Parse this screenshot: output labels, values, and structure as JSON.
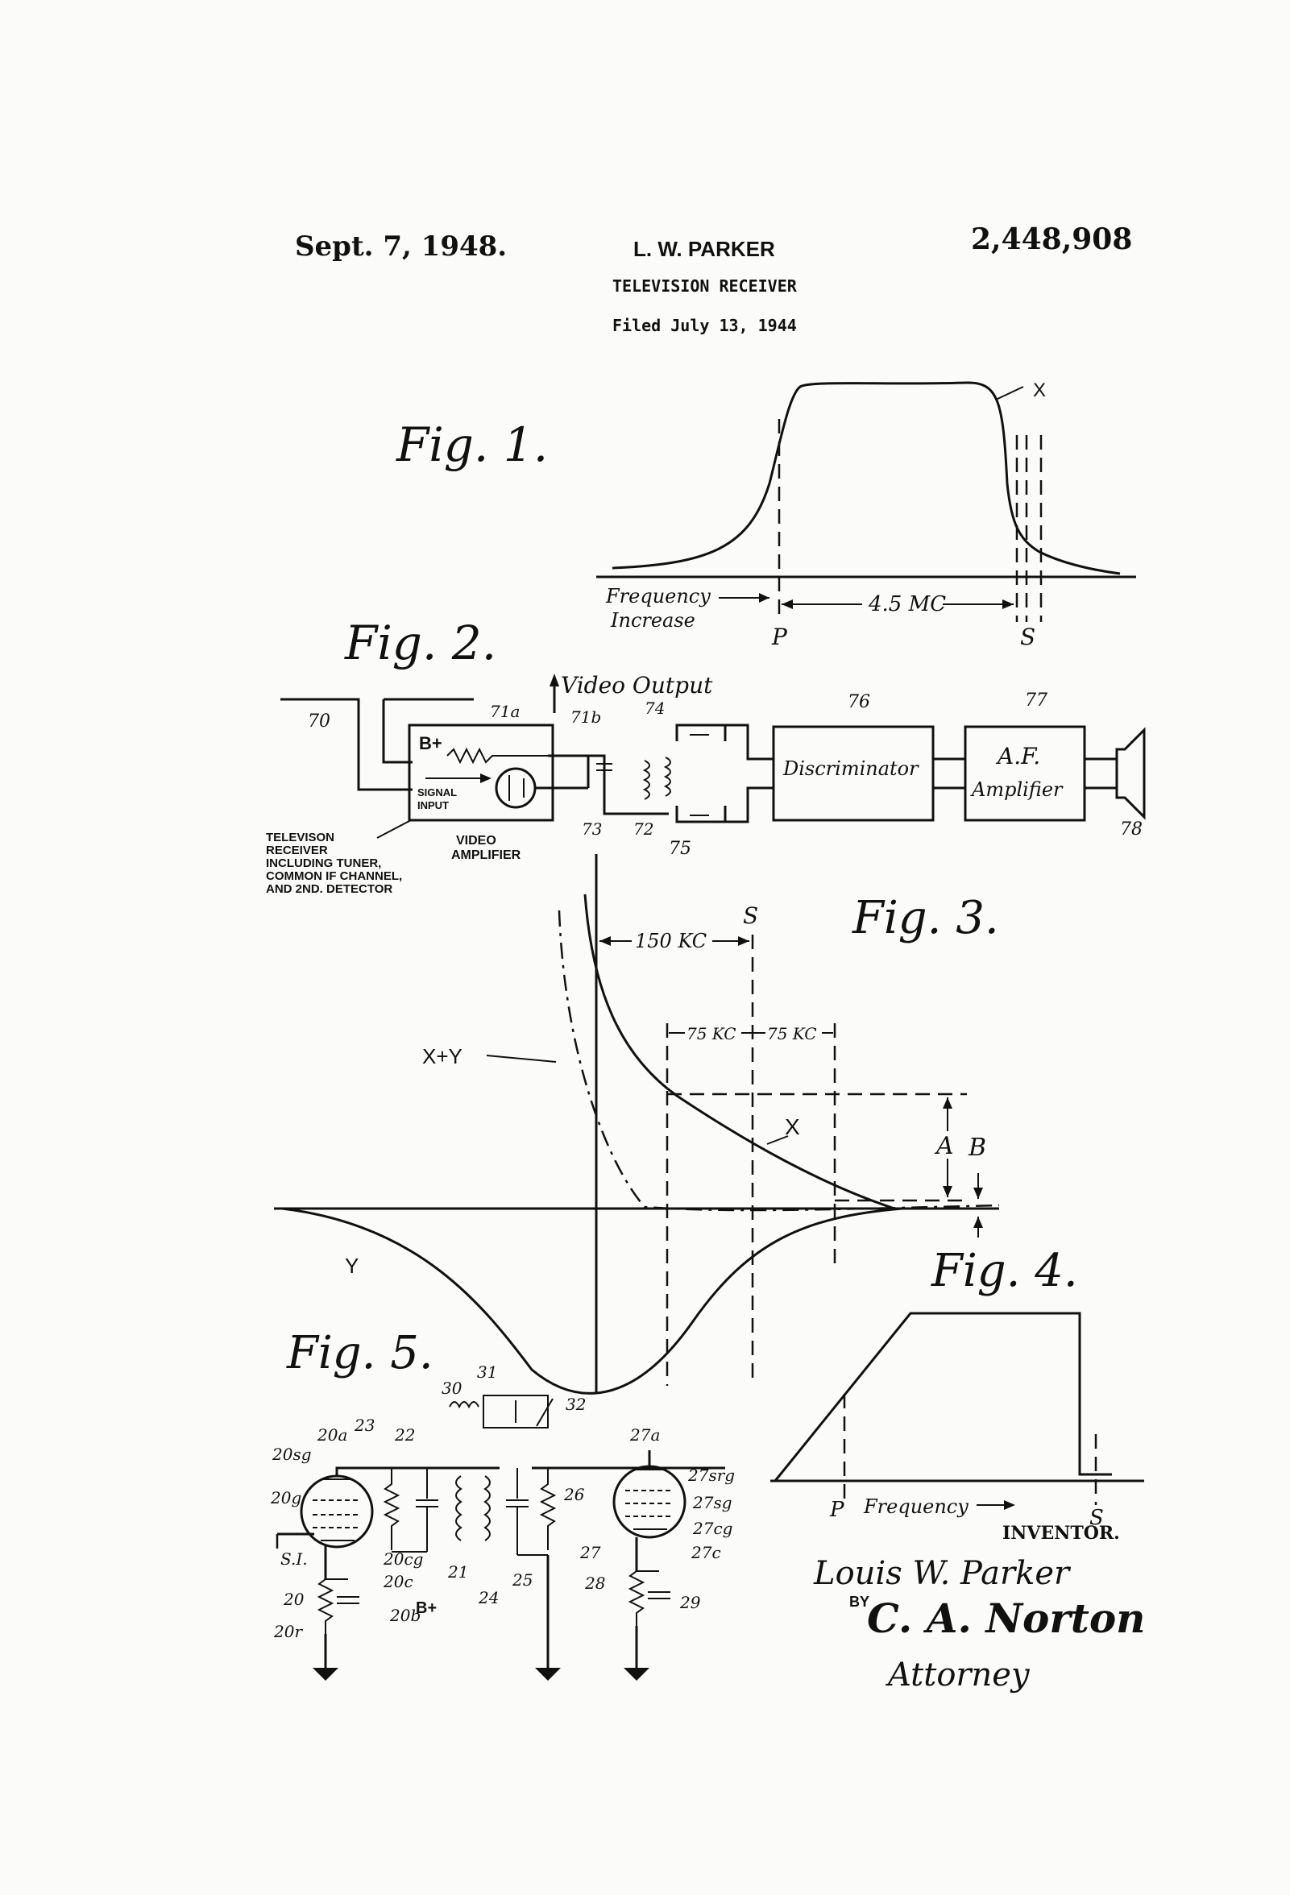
{
  "header": {
    "date": "Sept. 7, 1948.",
    "inventor_name": "L. W. PARKER",
    "patent_number": "2,448,908",
    "title": "TELEVISION RECEIVER",
    "filed": "Filed July 13, 1944"
  },
  "fig1": {
    "label": "Fig. 1.",
    "curve_label": "X",
    "axis_label_line1": "Frequency",
    "axis_label_line2": "Increase",
    "marker_p": "P",
    "marker_s": "S",
    "span_label": "4.5 MC"
  },
  "fig2": {
    "label": "Fig. 2.",
    "video_output": "Video Output",
    "b_plus": "B+",
    "signal_input_line1": "SIGNAL",
    "signal_input_line2": "INPUT",
    "video_amplifier_line1": "VIDEO",
    "video_amplifier_line2": "AMPLIFIER",
    "receiver_note": [
      "TELEVISON",
      "RECEIVER",
      "INCLUDING TUNER,",
      "COMMON IF CHANNEL,",
      "AND 2ND. DETECTOR"
    ],
    "discriminator": "Discriminator",
    "af_line1": "A.F.",
    "af_line2": "Amplifier",
    "refs": {
      "r70": "70",
      "r71a": "71a",
      "r71b": "71b",
      "r74": "74",
      "r72": "72",
      "r73": "73",
      "r75": "75",
      "r76": "76",
      "r77": "77",
      "r78": "78"
    }
  },
  "fig3": {
    "label": "Fig. 3.",
    "xy_label": "X+Y",
    "x_label": "X",
    "y_label": "Y",
    "s_label": "S",
    "span_150": "150 KC",
    "span_75a": "75 KC",
    "span_75b": "75 KC",
    "a_label": "A",
    "b_label": "B"
  },
  "fig4": {
    "label": "Fig. 4.",
    "marker_p": "P",
    "marker_s": "S",
    "axis_label": "Frequency"
  },
  "fig5": {
    "label": "Fig. 5.",
    "refs": {
      "r20": "20",
      "r20a": "20a",
      "r20sg": "20sg",
      "r20g": "20g",
      "r20cg": "20cg",
      "r20c": "20c",
      "r20b": "20b",
      "r20r": "20r",
      "rSI": "S.I.",
      "bplus": "B+",
      "r21": "21",
      "r22": "22",
      "r23": "23",
      "r24": "24",
      "r25": "25",
      "r26": "26",
      "r27": "27",
      "r27a": "27a",
      "r27srg": "27srg",
      "r27sg": "27sg",
      "r27cg": "27cg",
      "r27c": "27c",
      "r28": "28",
      "r29": "29",
      "r30": "30",
      "r31": "31",
      "r32": "32"
    }
  },
  "signature": {
    "inventor_tag": "INVENTOR.",
    "inventor_name": "Louis W. Parker",
    "by": "BY",
    "attorney_name": "C. A. Norton",
    "attorney_title": "Attorney"
  }
}
